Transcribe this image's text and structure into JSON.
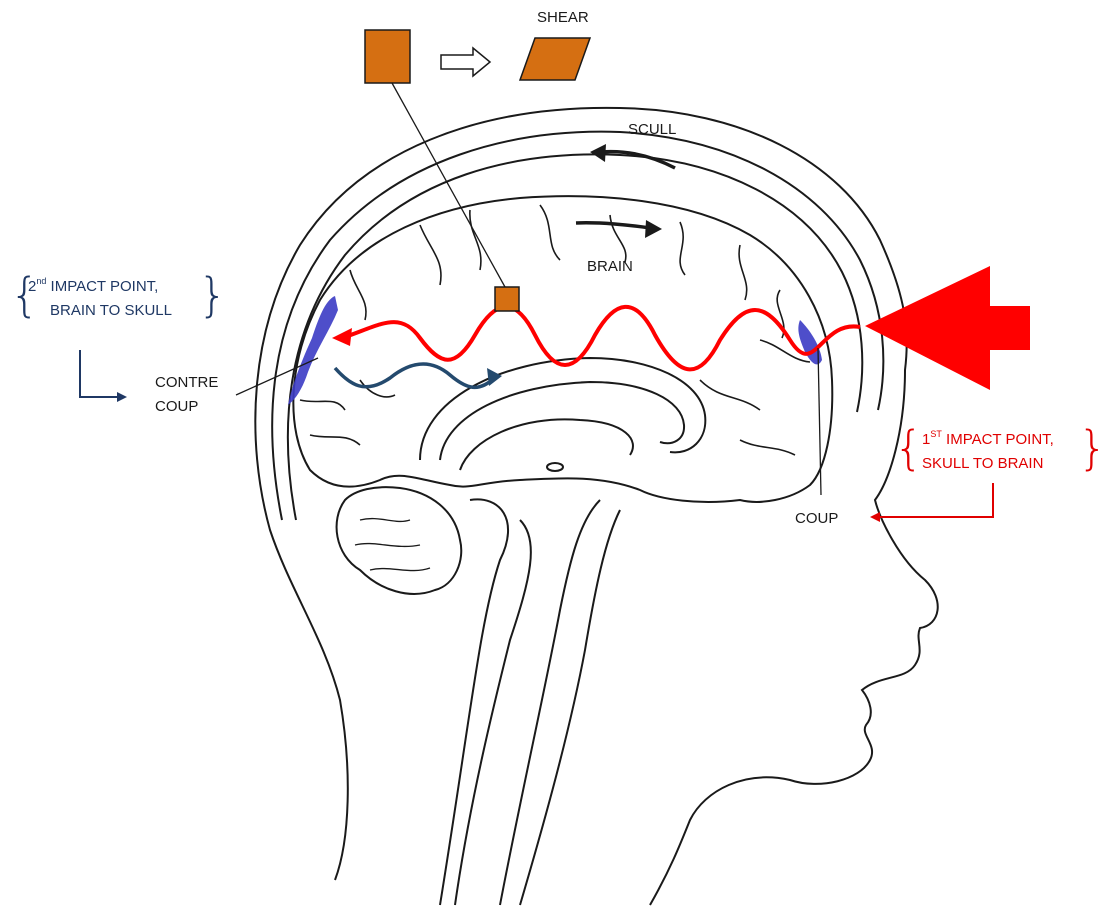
{
  "labels": {
    "shear": "SHEAR",
    "scull": "SCULL",
    "brain": "BRAIN",
    "contre_coup_line1": "CONTRE",
    "contre_coup_line2": "COUP",
    "coup": "COUP"
  },
  "second_impact": {
    "ordinal_number": "2",
    "ordinal_suffix": "nd",
    "line1_rest": " IMPACT POINT,",
    "line2": "BRAIN TO SKULL"
  },
  "first_impact": {
    "ordinal_number": "1",
    "ordinal_suffix": "ST",
    "line1_rest": " IMPACT POINT,",
    "line2": "SKULL TO BRAIN"
  },
  "colors": {
    "impact_red": "#ff0000",
    "label_red": "#e00000",
    "navy": "#1f3864",
    "wave_navy": "#244a6e",
    "bruise_blue": "#3b3bc4",
    "shear_orange": "#d56f12",
    "outline": "#1a1a1a"
  }
}
